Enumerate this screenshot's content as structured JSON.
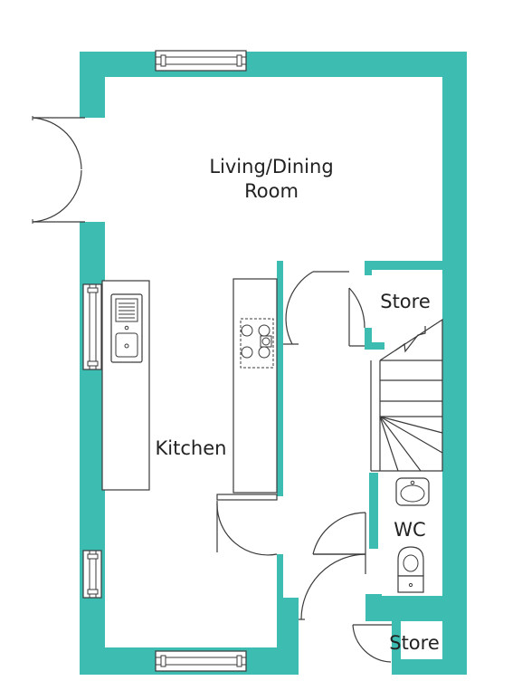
{
  "rooms": {
    "living_dining_line1": "Living/Dining",
    "living_dining_line2": "Room",
    "kitchen": "Kitchen",
    "store_upper": "Store",
    "wc": "WC",
    "store_lower": "Store"
  },
  "colors": {
    "wall": "#3dbdb1",
    "line": "#3a3a3a",
    "text": "#222222",
    "background": "#ffffff"
  }
}
